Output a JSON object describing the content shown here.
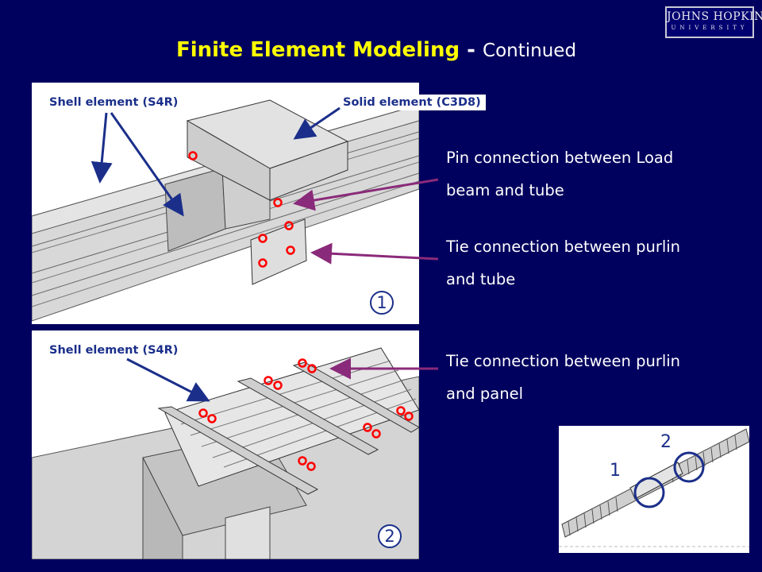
{
  "slide": {
    "logo_line1": "JOHNS HOPKINS",
    "logo_line2": "UNIVERSITY",
    "title_main": "Finite Element Modeling",
    "title_dash": "-",
    "title_sub": "Continued"
  },
  "panel1": {
    "shell_label": "Shell element (S4R)",
    "solid_label": "Solid element (C3D8)",
    "badge": "1"
  },
  "panel2": {
    "shell_label": "Shell element (S4R)",
    "badge": "2"
  },
  "notes": {
    "pin_line1": "Pin connection between Load",
    "pin_line2": "beam and tube",
    "tie_tube_line1": "Tie connection between purlin",
    "tie_tube_line2": "and tube",
    "tie_panel_line1": "Tie connection between purlin",
    "tie_panel_line2": "and panel"
  },
  "overview": {
    "label_1": "1",
    "label_2": "2"
  },
  "colors": {
    "background": "#00005e",
    "title_yellow": "#ffff00",
    "label_blue": "#1b2f8a",
    "marker_red": "#ff0000",
    "arrow_purple": "#8a2a7a"
  }
}
